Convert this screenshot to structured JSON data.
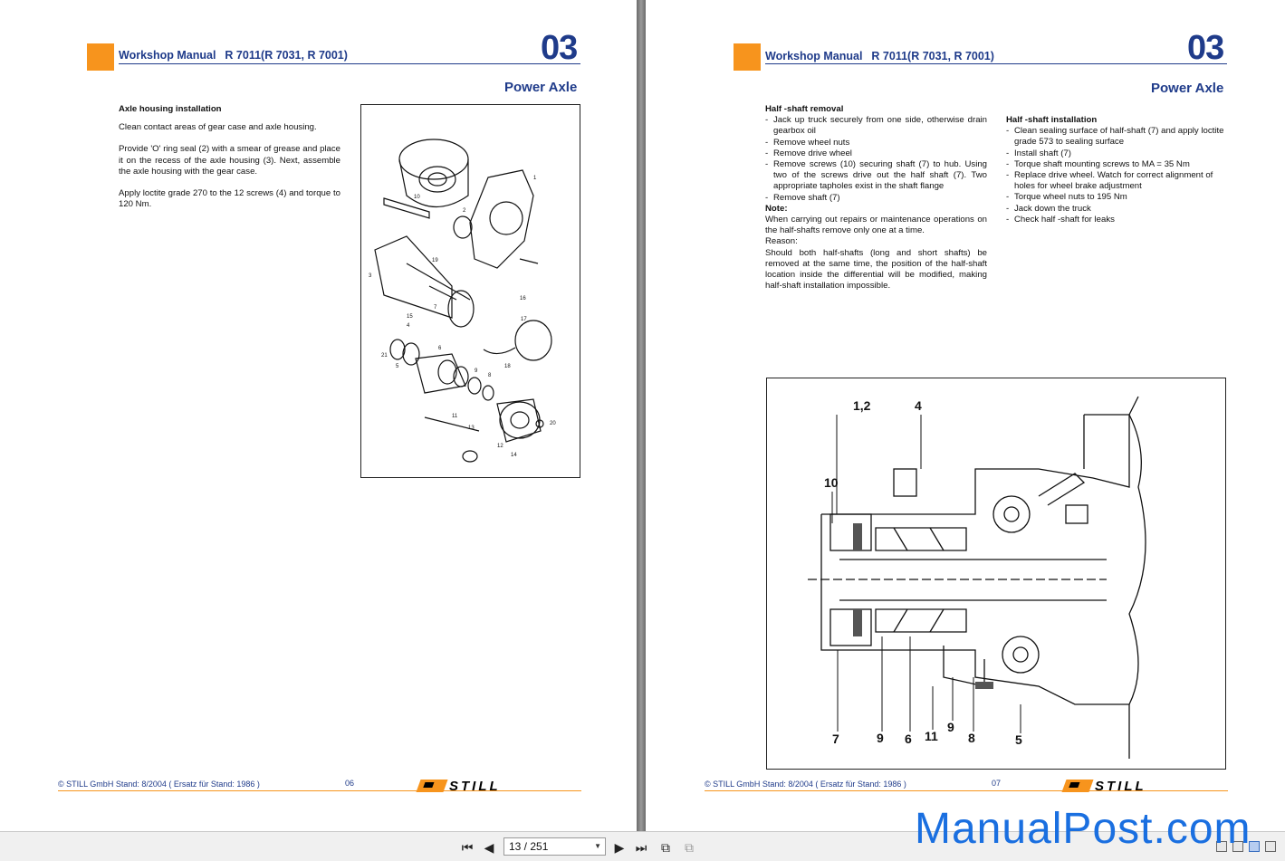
{
  "left_page": {
    "header": {
      "manual": "Workshop Manual",
      "model": "R 7011(R 7031, R 7001)",
      "number": "03"
    },
    "section": "Power Axle",
    "heading": "Axle housing installation",
    "paragraphs": [
      "Clean contact areas of gear case and axle housing.",
      "Provide 'O' ring seal (2) with a smear of grease and place it on the recess of the axle housing (3). Next, assemble the axle housing with the gear case.",
      "Apply loctite grade 270 to the 12 screws (4) and torque to 120 Nm."
    ],
    "figure_labels": [
      "1",
      "2",
      "3",
      "4",
      "5",
      "6",
      "7",
      "8",
      "9",
      "10",
      "11",
      "12",
      "13",
      "14",
      "15",
      "16",
      "17",
      "18",
      "19",
      "20",
      "21"
    ],
    "footer": {
      "copyright": "© STILL GmbH   Stand:  8/2004 ( Ersatz für Stand: 1986 )",
      "page": "06"
    },
    "logo": "STILL"
  },
  "right_page": {
    "header": {
      "manual": "Workshop Manual",
      "model": "R 7011(R 7031, R 7001)",
      "number": "03"
    },
    "section": "Power Axle",
    "removal": {
      "heading": "Half -shaft removal",
      "steps": [
        "Jack up truck securely from one side, otherwise drain gearbox oil",
        "Remove wheel nuts",
        "Remove drive wheel",
        "Remove screws (10) securing shaft (7) to hub. Using two of the screws drive out the half shaft (7). Two appropriate tapholes exist in the shaft flange",
        "Remove shaft (7)"
      ],
      "note_label": "Note:",
      "note": "When carrying out repairs or maintenance operations on the half-shafts remove only one at a time.",
      "reason_label": "Reason:",
      "reason": "Should both half-shafts (long and short shafts) be removed at the same time, the position of the half-shaft location inside the differential will be modified, making half-shaft installation impossible."
    },
    "installation": {
      "heading": "Half -shaft installation",
      "steps": [
        "Clean sealing surface of half-shaft (7) and apply loctite grade 573 to sealing surface",
        "Install shaft (7)",
        "Torque shaft mounting screws to MA = 35 Nm",
        "Replace drive wheel. Watch for correct alignment of holes for wheel brake adjustment",
        "Torque wheel nuts to 195 Nm",
        "Jack down the truck",
        "Check half -shaft for leaks"
      ]
    },
    "figure_labels": {
      "top": "1,2",
      "top2": "4",
      "side": "10",
      "bottom": [
        "7",
        "9",
        "6",
        "11",
        "9",
        "8",
        "5"
      ]
    },
    "footer": {
      "copyright": "© STILL GmbH   Stand:  8/2004 ( Ersatz für Stand: 1986 )",
      "page": "07"
    },
    "logo": "STILL"
  },
  "toolbar": {
    "page_indicator": "13 / 251",
    "watermark": "ManualPost.com"
  }
}
